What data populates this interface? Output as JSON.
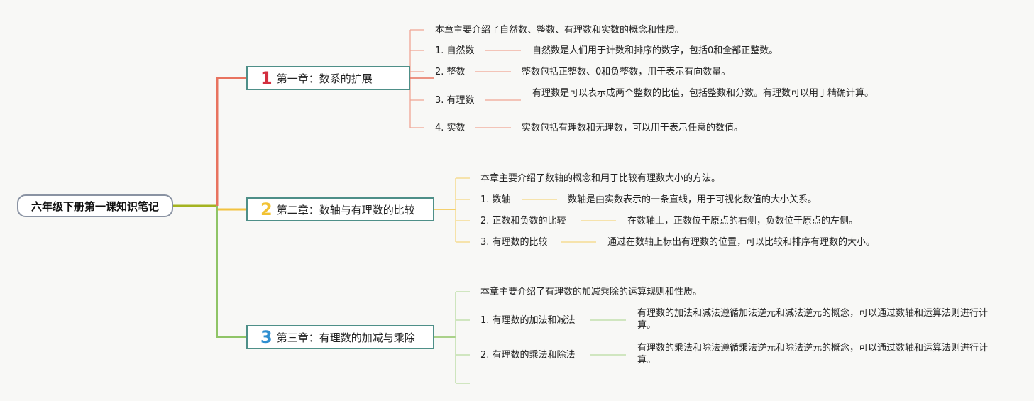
{
  "root": {
    "title": "六年级下册第一课知识笔记"
  },
  "colors": {
    "ch1": "#e8735f",
    "ch2": "#f2c240",
    "ch3": "#8fc466",
    "root_line": "#a4b320",
    "box_border": "#4e8f88"
  },
  "chapters": [
    {
      "number": "1",
      "title": "第一章：数系的扩展",
      "number_color": "#d32f3f",
      "summary": "本章主要介绍了自然数、整数、有理数和实数的概念和性质。",
      "topics": [
        {
          "label": "1. 自然数",
          "desc": "自然数是人们用于计数和排序的数字，包括0和全部正整数。"
        },
        {
          "label": "2. 整数",
          "desc": "整数包括正整数、0和负整数，用于表示有向数量。"
        },
        {
          "label": "3. 有理数",
          "desc": "有理数是可以表示成两个整数的比值，包括整数和分数。有理数可以用于精确计算。"
        },
        {
          "label": "4. 实数",
          "desc": "实数包括有理数和无理数，可以用于表示任意的数值。"
        }
      ]
    },
    {
      "number": "2",
      "title": "第二章：数轴与有理数的比较",
      "number_color": "#f2c233",
      "summary": "本章主要介绍了数轴的概念和用于比较有理数大小的方法。",
      "topics": [
        {
          "label": "1. 数轴",
          "desc": "数轴是由实数表示的一条直线，用于可视化数值的大小关系。"
        },
        {
          "label": "2. 正数和负数的比较",
          "desc": "在数轴上，正数位于原点的右侧，负数位于原点的左侧。"
        },
        {
          "label": "3. 有理数的比较",
          "desc": "通过在数轴上标出有理数的位置，可以比较和排序有理数的大小。"
        }
      ]
    },
    {
      "number": "3",
      "title": "第三章：有理数的加减与乘除",
      "number_color": "#2f8fd0",
      "summary": "本章主要介绍了有理数的加减乘除的运算规则和性质。",
      "topics": [
        {
          "label": "1. 有理数的加法和减法",
          "desc": "有理数的加法和减法遵循加法逆元和减法逆元的概念，可以通过数轴和运算法则进行计算。"
        },
        {
          "label": "2. 有理数的乘法和除法",
          "desc": "有理数的乘法和除法遵循乘法逆元和除法逆元的概念，可以通过数轴和运算法则进行计算。"
        }
      ]
    }
  ]
}
